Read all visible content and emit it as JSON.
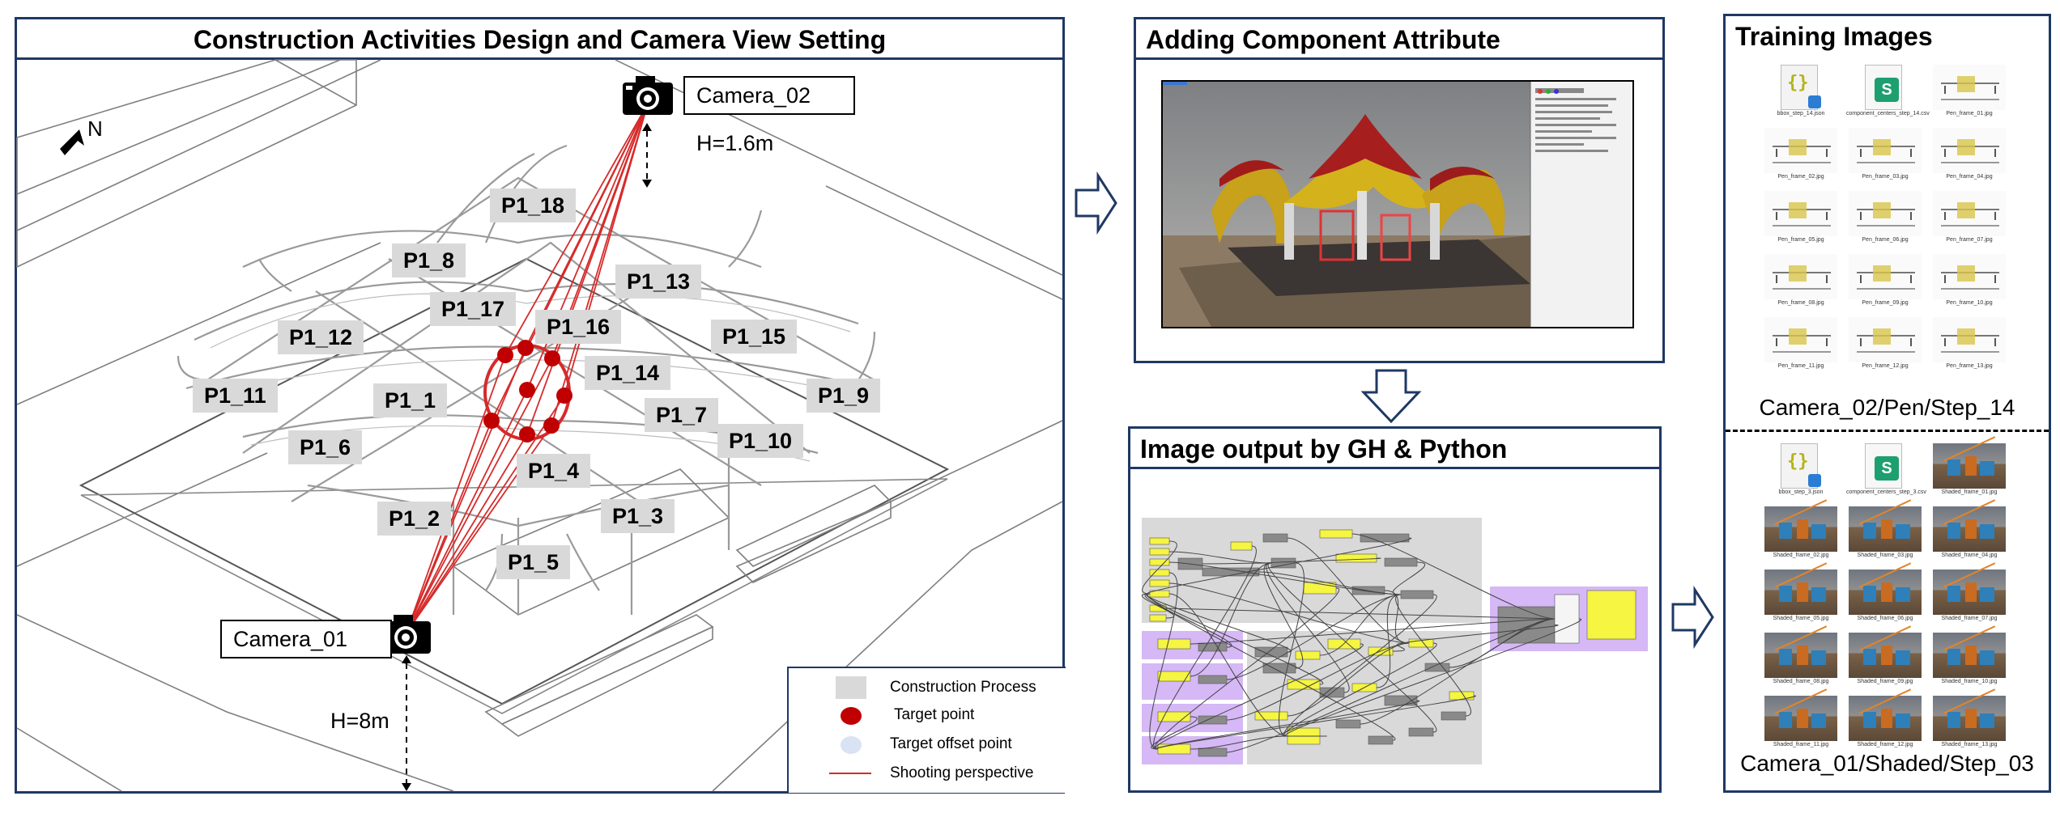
{
  "panels": {
    "construction": {
      "title": "Construction Activities Design and Camera View Setting"
    },
    "attribute": {
      "title": "Adding Component Attribute"
    },
    "output": {
      "title": "Image output by GH & Python"
    },
    "training": {
      "title": "Training Images"
    }
  },
  "north_label": "N",
  "cameras": [
    {
      "label": "Camera_02",
      "height_text": "H=1.6m"
    },
    {
      "label": "Camera_01",
      "height_text": "H=8m"
    }
  ],
  "components": [
    "P1_18",
    "P1_8",
    "P1_13",
    "P1_17",
    "P1_16",
    "P1_12",
    "P1_15",
    "P1_11",
    "P1_1",
    "P1_14",
    "P1_9",
    "P1_7",
    "P1_6",
    "P1_10",
    "P1_4",
    "P1_2",
    "P1_3",
    "P1_5"
  ],
  "legend": {
    "items": [
      {
        "text": "Construction Process",
        "icon": "gray-rectangle",
        "color": "#d9d9d9"
      },
      {
        "text": "Target point",
        "icon": "red-dot",
        "color": "#c00000"
      },
      {
        "text": "Target offset point",
        "icon": "light-blue-dot",
        "color": "#dae3f3"
      },
      {
        "text": "Shooting perspective",
        "icon": "red-line",
        "color": "#d62b2b"
      }
    ]
  },
  "training": {
    "set1": {
      "caption": "Camera_02/Pen/Step_14",
      "files": [
        "bbox_step_14.json",
        "component_centers_step_14.csv",
        "Pen_frame_01.jpg",
        "Pen_frame_02.jpg",
        "Pen_frame_03.jpg",
        "Pen_frame_04.jpg",
        "Pen_frame_05.jpg",
        "Pen_frame_06.jpg",
        "Pen_frame_07.jpg",
        "Pen_frame_08.jpg",
        "Pen_frame_09.jpg",
        "Pen_frame_10.jpg",
        "Pen_frame_11.jpg",
        "Pen_frame_12.jpg",
        "Pen_frame_13.jpg"
      ]
    },
    "set2": {
      "caption": "Camera_01/Shaded/Step_03",
      "files": [
        "bbox_step_3.json",
        "component_centers_step_3.csv",
        "Shaded_frame_01.jpg",
        "Shaded_frame_02.jpg",
        "Shaded_frame_03.jpg",
        "Shaded_frame_04.jpg",
        "Shaded_frame_05.jpg",
        "Shaded_frame_06.jpg",
        "Shaded_frame_07.jpg",
        "Shaded_frame_08.jpg",
        "Shaded_frame_09.jpg",
        "Shaded_frame_10.jpg",
        "Shaded_frame_11.jpg",
        "Shaded_frame_12.jpg",
        "Shaded_frame_13.jpg"
      ]
    }
  },
  "colors": {
    "frame": "#1f3864",
    "shooting_line": "#d62b2b",
    "target_point": "#c00000",
    "gh_group_purple": "#d5b8f5",
    "gh_yellow": "#f5f542"
  }
}
